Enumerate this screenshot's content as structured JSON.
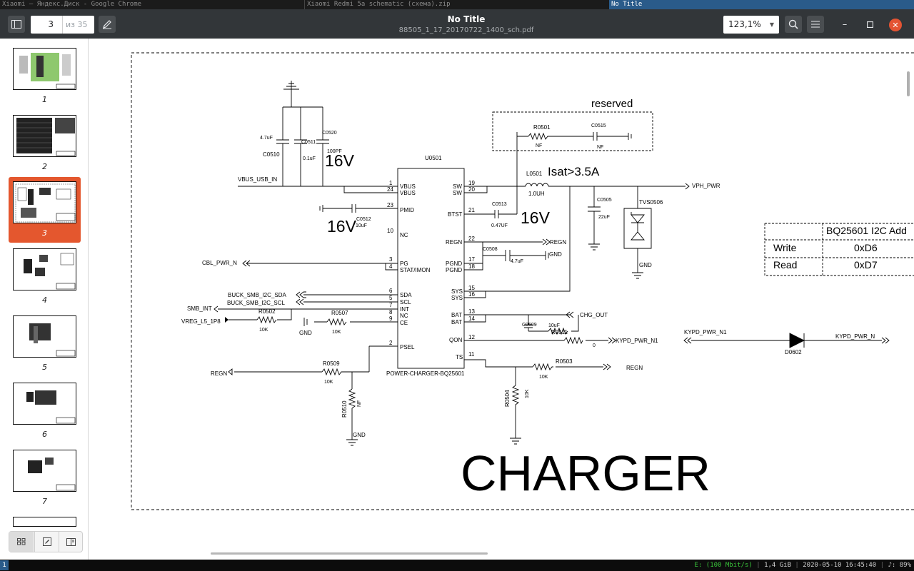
{
  "window_tabs": [
    "Xiaomi — Яндекс.Диск - Google Chrome",
    "Xiaomi Redmi 5a schematic (схема).zip",
    "No Title"
  ],
  "toolbar": {
    "page_current": "3",
    "page_total": "из 35",
    "doc_title": "No Title",
    "doc_filename": "88505_1_17_20170722_1400_sch.pdf",
    "zoom": "123,1%"
  },
  "thumbnails": [
    {
      "num": "1"
    },
    {
      "num": "2"
    },
    {
      "num": "3"
    },
    {
      "num": "4"
    },
    {
      "num": "5"
    },
    {
      "num": "6"
    },
    {
      "num": "7"
    }
  ],
  "schematic": {
    "chip_ref": "U0501",
    "chip_name": "POWER-CHARGER-BQ25601",
    "reserved": "reserved",
    "isat": "Isat>3.5A",
    "title": "CHARGER",
    "v16_a": "16V",
    "v16_b": "16V",
    "v16_c": "16V",
    "left_pins": [
      {
        "num": "1",
        "name": "VBUS"
      },
      {
        "num": "24",
        "name": "VBUS"
      },
      {
        "num": "23",
        "name": "PMID"
      },
      {
        "num": "10",
        "name": "NC"
      },
      {
        "num": "3",
        "name": "PG"
      },
      {
        "num": "4",
        "name": "STAT/IMON"
      },
      {
        "num": "6",
        "name": "SDA"
      },
      {
        "num": "5",
        "name": "SCL"
      },
      {
        "num": "7",
        "name": "INT"
      },
      {
        "num": "8",
        "name": "NC"
      },
      {
        "num": "9",
        "name": "CE"
      },
      {
        "num": "2",
        "name": "PSEL"
      }
    ],
    "right_pins": [
      {
        "num": "19",
        "name": "SW"
      },
      {
        "num": "20",
        "name": "SW"
      },
      {
        "num": "21",
        "name": "BTST"
      },
      {
        "num": "22",
        "name": "REGN"
      },
      {
        "num": "17",
        "name": "PGND"
      },
      {
        "num": "18",
        "name": "PGND"
      },
      {
        "num": "15",
        "name": "SYS"
      },
      {
        "num": "16",
        "name": "SYS"
      },
      {
        "num": "13",
        "name": "BAT"
      },
      {
        "num": "14",
        "name": "BAT"
      },
      {
        "num": "12",
        "name": "QON"
      },
      {
        "num": "11",
        "name": "TS"
      }
    ],
    "nets": {
      "vbus_usb_in": "VBUS_USB_IN",
      "cbl_pwr_n": "CBL_PWR_N",
      "sda": "BUCK_SMB_I2C_SDA",
      "scl": "BUCK_SMB_I2C_SCL",
      "smb_int": "SMB_INT",
      "vreg": "VREG_L5_1P8",
      "regn_left": "REGN",
      "regn_right": "REGN",
      "regn_ts": "REGN",
      "vph_pwr": "VPH_PWR",
      "chg_out": "CHG_OUT",
      "kypd_n1": "KYPD_PWR_N1",
      "kypd_n1_b": "KYPD_PWR_N1",
      "kypd_n": "KYPD_PWR_N",
      "gnd": "GND"
    },
    "parts": {
      "c0510": "C0510",
      "c0510_val": "4.7uF",
      "c0511": "C0511",
      "c0511_val": "0.1uF",
      "c0520": "C0520",
      "c0520_val": "100PF",
      "c0512": "C0512",
      "c0512_val": "10uF",
      "r0501": "R0501",
      "nf": "NF",
      "c0515": "C0515",
      "c0515_val": "NF",
      "l0501": "L0501",
      "l0501_val": "1.0UH",
      "c0513": "C0513",
      "c0513_val": "0.47UF",
      "c0505": "C0505",
      "c0505_val": "22uF",
      "tvs": "TVS0506",
      "c0508": "C0508",
      "c0508_val": "4.7uF",
      "c0509": "C0509",
      "c0509_val": "10uF",
      "r0511": "R0511",
      "r0511_val": "0",
      "r0502": "R0502",
      "r0502_val": "10K",
      "r0507": "R0507",
      "r0507_val": "10K",
      "r0509": "R0509",
      "r0509_val": "10K",
      "r0510": "R0510",
      "r0510_val": "NF",
      "r0503": "R0503",
      "r0503_val": "10K",
      "r0504": "R0504",
      "r0504_val": "10K",
      "d0602": "D0602"
    },
    "i2c_table": {
      "title": "BQ25601 I2C Add",
      "rows": [
        {
          "op": "Write",
          "addr": "0xD6"
        },
        {
          "op": "Read",
          "addr": "0xD7"
        }
      ]
    }
  },
  "statusbar": {
    "workspace": "1",
    "net": "E: (100 Mbit/s)",
    "mem": "1,4 GiB",
    "datetime": "2020-05-10 16:45:40",
    "volume": "♪: 89%"
  }
}
